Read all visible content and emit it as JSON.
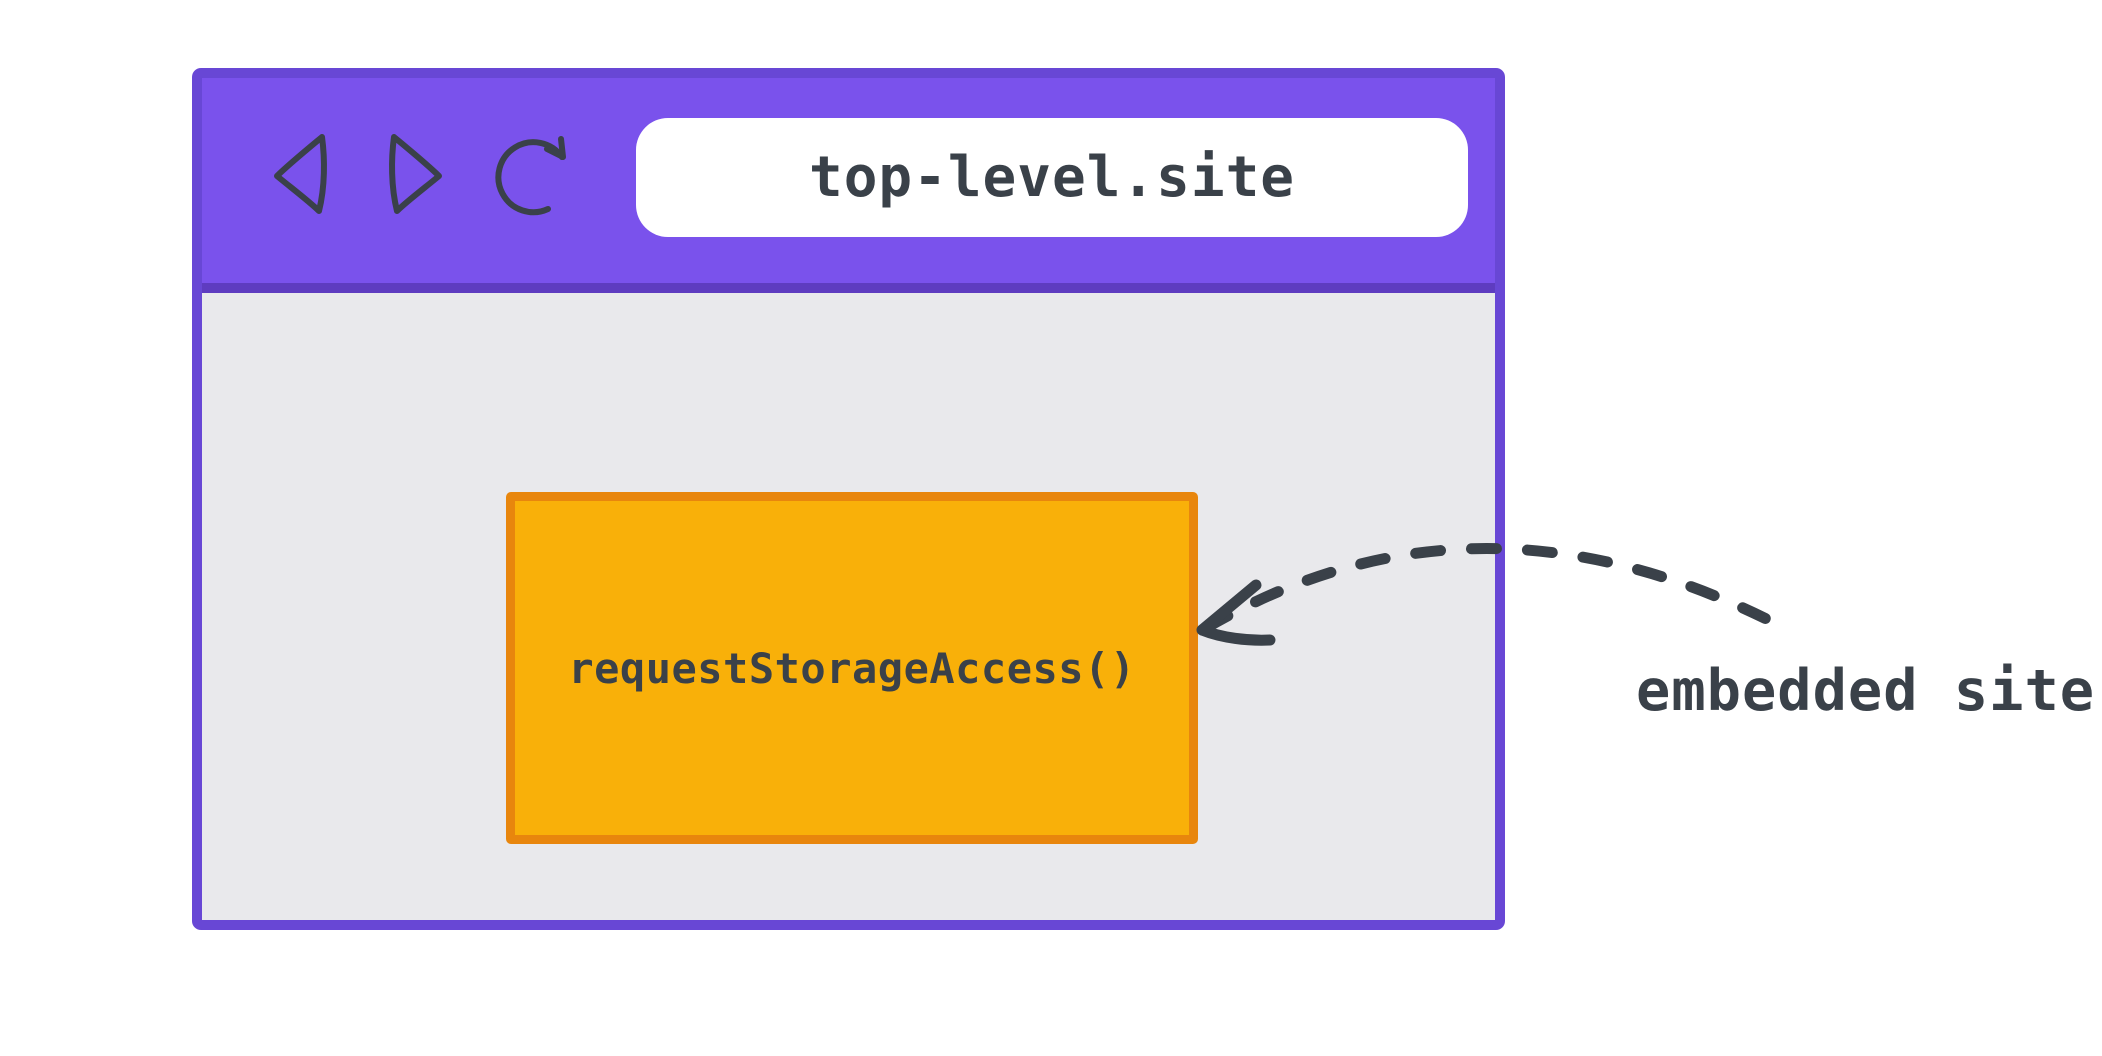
{
  "window": {
    "toolbar": {
      "icons": {
        "back": "back-arrow-icon",
        "forward": "forward-arrow-icon",
        "reload": "reload-icon"
      },
      "url": "top-level.site"
    },
    "frame_label": "requestStorageAccess()"
  },
  "annotation": {
    "label": "embedded site",
    "arrow": "dashed-curved-arrow-pointing-to-embedded-frame"
  },
  "colors": {
    "toolbar_fill": "#7a52ec",
    "window_border": "#6847d5",
    "divider": "#5e3cc0",
    "viewport_bg": "#e9e9ec",
    "frame_fill": "#f9b009",
    "frame_border": "#e8860d",
    "ink": "#3a4149",
    "url_bar_bg": "#ffffff",
    "page_bg": "#ffffff"
  }
}
